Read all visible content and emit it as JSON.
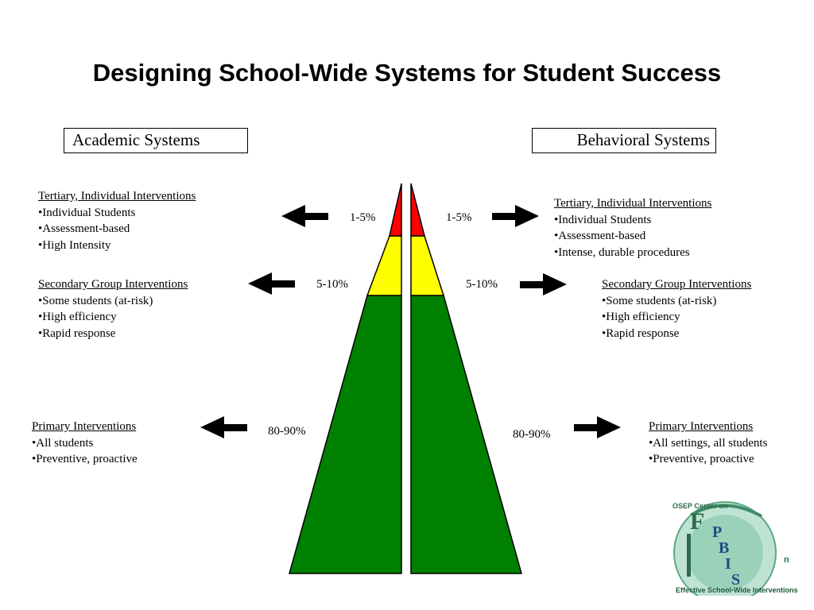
{
  "title": "Designing School-Wide Systems for Student Success",
  "left_system": "Academic Systems",
  "right_system": "Behavioral Systems",
  "left_tiers": {
    "tertiary": {
      "heading": "Tertiary, Individual Interventions",
      "items": [
        "•Individual Students",
        "•Assessment-based",
        "•High Intensity"
      ]
    },
    "secondary": {
      "heading": "Secondary Group Interventions",
      "items": [
        "•Some students (at-risk)",
        "•High efficiency",
        "•Rapid response"
      ]
    },
    "primary": {
      "heading": "Primary Interventions",
      "items": [
        "•All students",
        "•Preventive,  proactive"
      ]
    }
  },
  "right_tiers": {
    "tertiary": {
      "heading": "Tertiary, Individual Interventions",
      "items": [
        "•Individual Students",
        "•Assessment-based",
        "•Intense, durable procedures"
      ]
    },
    "secondary": {
      "heading": "Secondary Group Interventions",
      "items": [
        "•Some students (at-risk)",
        "•High efficiency",
        "•Rapid response"
      ]
    },
    "primary": {
      "heading": "Primary Interventions",
      "items": [
        "•All settings, all students",
        "•Preventive,  proactive"
      ]
    }
  },
  "percentages": {
    "left": {
      "tertiary": "1-5%",
      "secondary": "5-10%",
      "primary": "80-90%"
    },
    "right": {
      "tertiary": "1-5%",
      "secondary": "5-10%",
      "primary": "80-90%"
    }
  },
  "tier_colors": {
    "tertiary": "#ff0000",
    "secondary": "#ffff00",
    "primary": "#008000"
  },
  "logo": {
    "top_text": "OSEP Center on",
    "bottom_text": "Effective School-Wide Interventions",
    "letters": "PBIS"
  }
}
